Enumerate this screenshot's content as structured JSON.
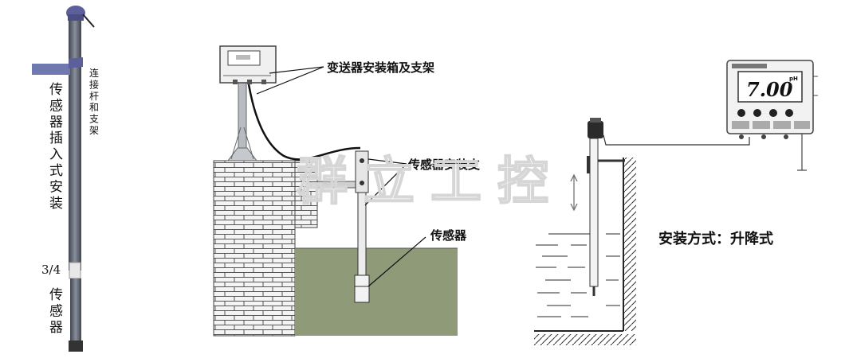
{
  "panel_left": {
    "rod_label": "连接杆和支架",
    "install_label": "传感器插入式安装",
    "size_label": "3/4",
    "sensor_label": "传感器"
  },
  "panel_middle": {
    "transmitter_label": "变送器安装箱及支架",
    "bracket_label": "传感器安装支",
    "sensor_label": "传感器"
  },
  "panel_right": {
    "meter_reading": "7.00",
    "meter_unit": "pH",
    "mode_label": "安装方式：升降式"
  },
  "watermark": "群立工控",
  "colors": {
    "water": "#8e9a78",
    "brick_bg": "#f3f3f3",
    "rod": "#5e6470",
    "sensor_head": "#5c5f9a"
  }
}
